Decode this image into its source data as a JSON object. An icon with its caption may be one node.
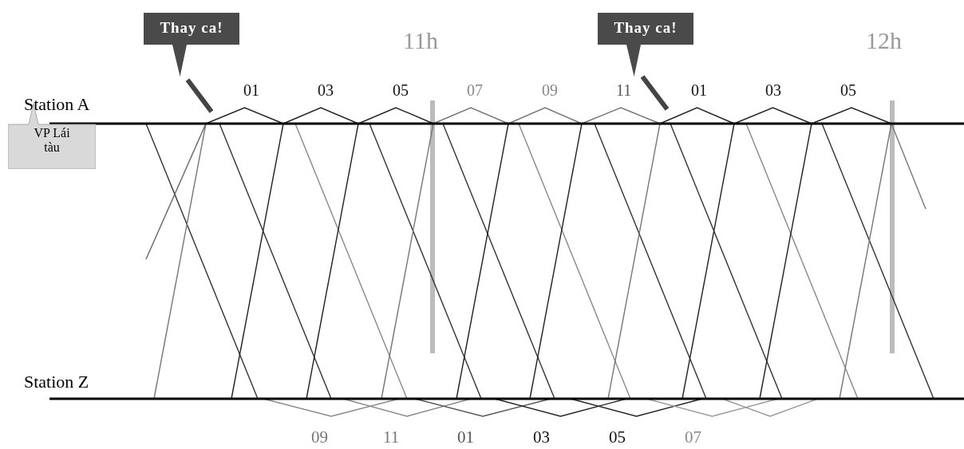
{
  "diagram": {
    "nodes": [
      {
        "text": [
          "Thay ca!"
        ]
      },
      {
        "text": [
          "Thay ca!"
        ]
      },
      {
        "text": [
          "VP Lái tàu"
        ]
      }
    ],
    "labels": [
      "11h",
      "12h",
      "01",
      "03",
      "05",
      "07",
      "09",
      "11",
      "01",
      "03",
      "05",
      "Station A",
      "Station Z",
      "09",
      "11",
      "01",
      "03",
      "05",
      "07"
    ]
  }
}
